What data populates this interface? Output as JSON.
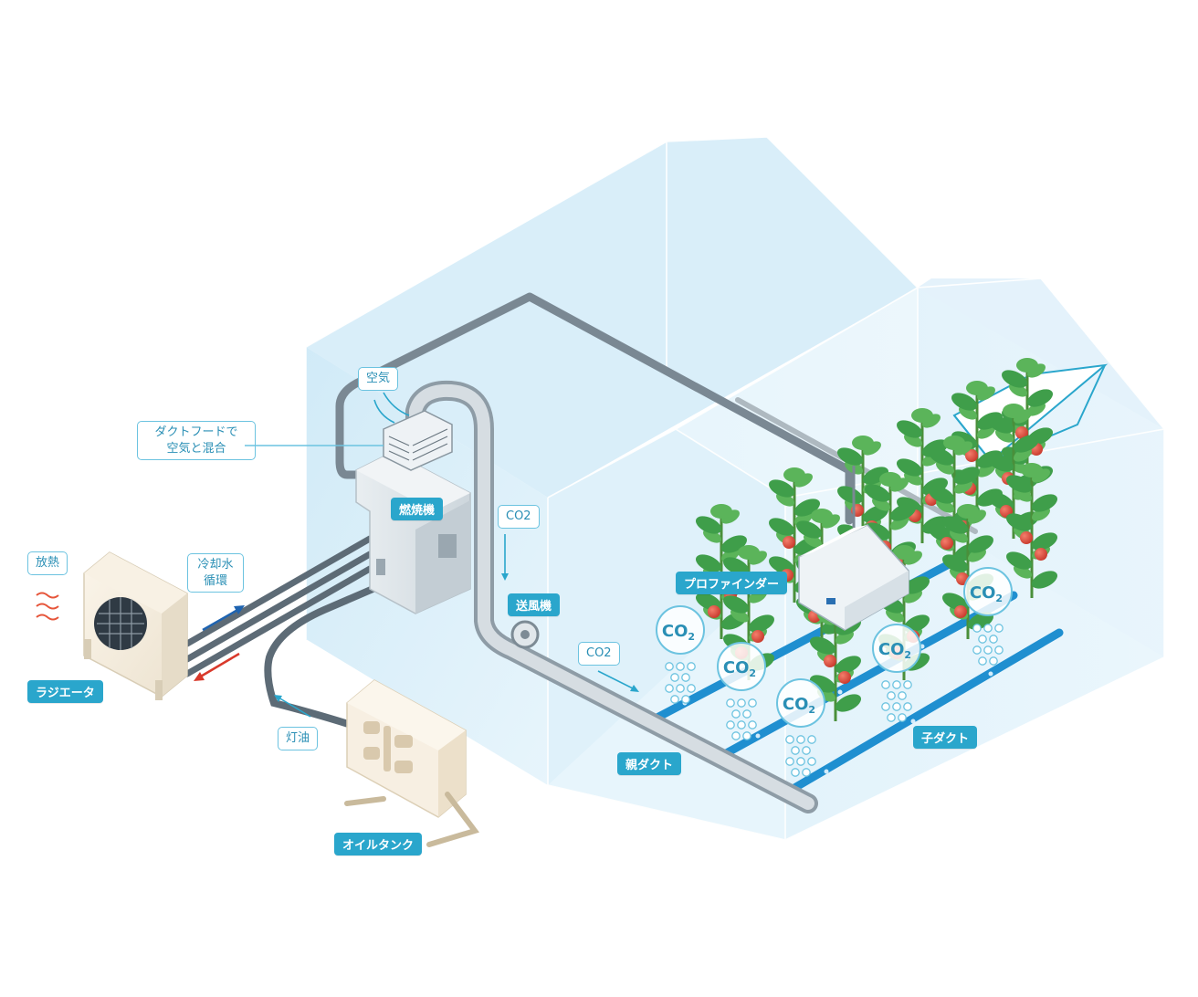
{
  "labels": {
    "radiator": "ラジエータ",
    "burner": "燃焼機",
    "oil_tank": "オイルタンク",
    "main_duct": "親ダクト",
    "sub_duct": "子ダクト",
    "profinder": "プロファインダー",
    "blower": "送風機"
  },
  "notes": {
    "heat_release": "放熱",
    "coolant_line1": "冷却水",
    "coolant_line2": "循環",
    "kerosene": "灯油",
    "air": "空気",
    "hood_line1": "ダクトフードで",
    "hood_line2": "空気と混合",
    "co2_upper": "CO2",
    "co2_lower": "CO2"
  },
  "co2_bubble_text": "CO2",
  "colors": {
    "label_bg": "#2aa6cc",
    "note_border": "#6cc3e0",
    "greenhouse_glass": "#cfe9f7",
    "duct_gray": "#9aa8b2",
    "pipe_dark": "#5d6b76",
    "flow_blue": "#1e63b0",
    "flow_red": "#d9392b",
    "tomato_red": "#e0473a",
    "leaf_green": "#3f9e4a"
  }
}
